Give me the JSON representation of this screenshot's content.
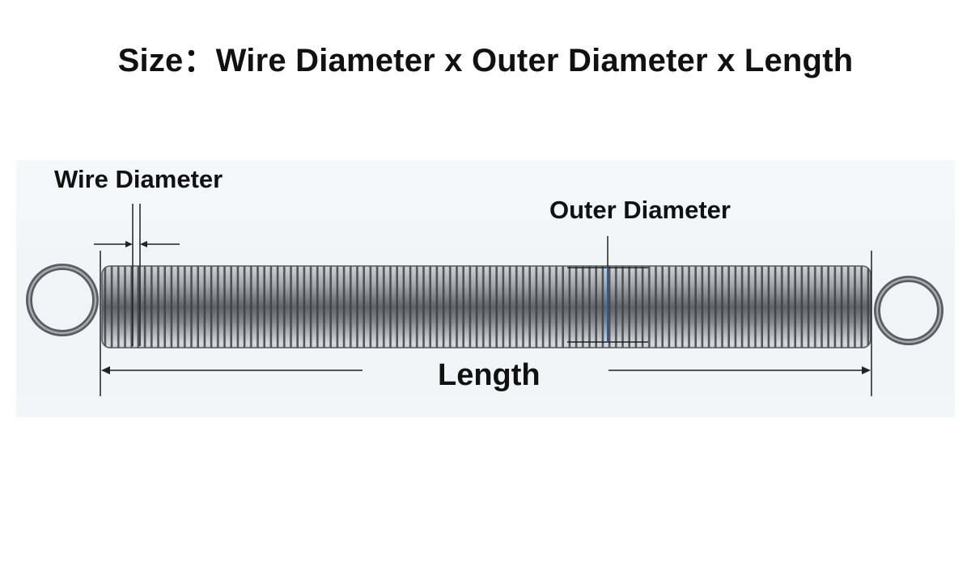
{
  "title": "Size：Wire Diameter x Outer Diameter x Length",
  "labels": {
    "wire_diameter": "Wire Diameter",
    "outer_diameter": "Outer Diameter",
    "length": "Length"
  },
  "colors": {
    "spring_metal": "#6b6e73",
    "outer_diameter_marker": "#1f5fa8",
    "dimension_lines": "#222222"
  }
}
